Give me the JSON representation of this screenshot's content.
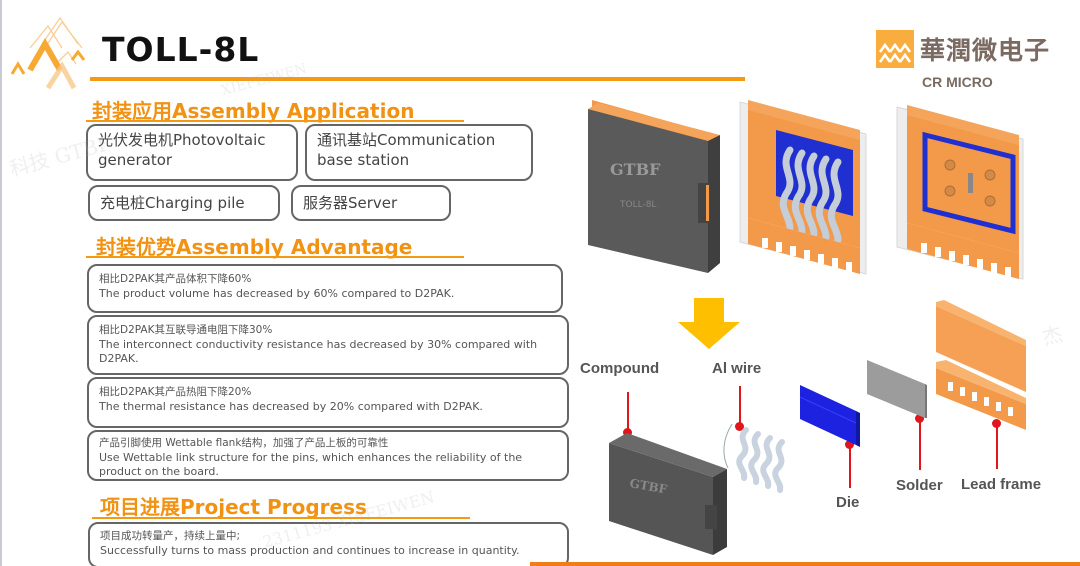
{
  "slide": {
    "title": "TOLL-8L",
    "brand": {
      "name_cn": "華潤微电子",
      "name_en": "CR MICRO",
      "color": "#f8ad3e"
    },
    "accent_color": "#f39a12"
  },
  "assembly_application": {
    "heading": "封装应用Assembly Application",
    "items": [
      {
        "label": "光伏发电机Photovoltaic generator"
      },
      {
        "label": "通讯基站Communication base station"
      },
      {
        "label": "充电桩Charging pile"
      },
      {
        "label": "服务器Server"
      }
    ]
  },
  "assembly_advantage": {
    "heading": "封装优势Assembly Advantage",
    "items": [
      {
        "cn": "相比D2PAK其产品体积下降60%",
        "en": "The product volume has decreased by 60% compared to D2PAK."
      },
      {
        "cn": "相比D2PAK其互联导通电阻下降30%",
        "en": "The interconnect conductivity resistance has decreased by 30% compared with D2PAK."
      },
      {
        "cn": "相比D2PAK其产品热阻下降20%",
        "en": "The thermal resistance has decreased by 20% compared with D2PAK."
      },
      {
        "cn": "产品引脚使用 Wettable flank结构，加强了产品上板的可靠性",
        "en": "Use Wettable link structure for the pins, which enhances the reliability of the product on the board."
      }
    ]
  },
  "project_progress": {
    "heading": "项目进展Project Progress",
    "cn": "项目成功转量产，持续上量中;",
    "en": "Successfully turns to mass production and continues to increase in quantity."
  },
  "diagram": {
    "package_marking": "GTBF",
    "package_model": "TOLL-8L",
    "parts": [
      {
        "label": "Compound"
      },
      {
        "label": "Al wire"
      },
      {
        "label": "Die"
      },
      {
        "label": "Solder"
      },
      {
        "label": "Lead frame"
      }
    ]
  },
  "watermarks": [
    "科技 GTBF",
    "XIEFEIWEN",
    "杰",
    "2311193 XIEFEIWEN"
  ]
}
